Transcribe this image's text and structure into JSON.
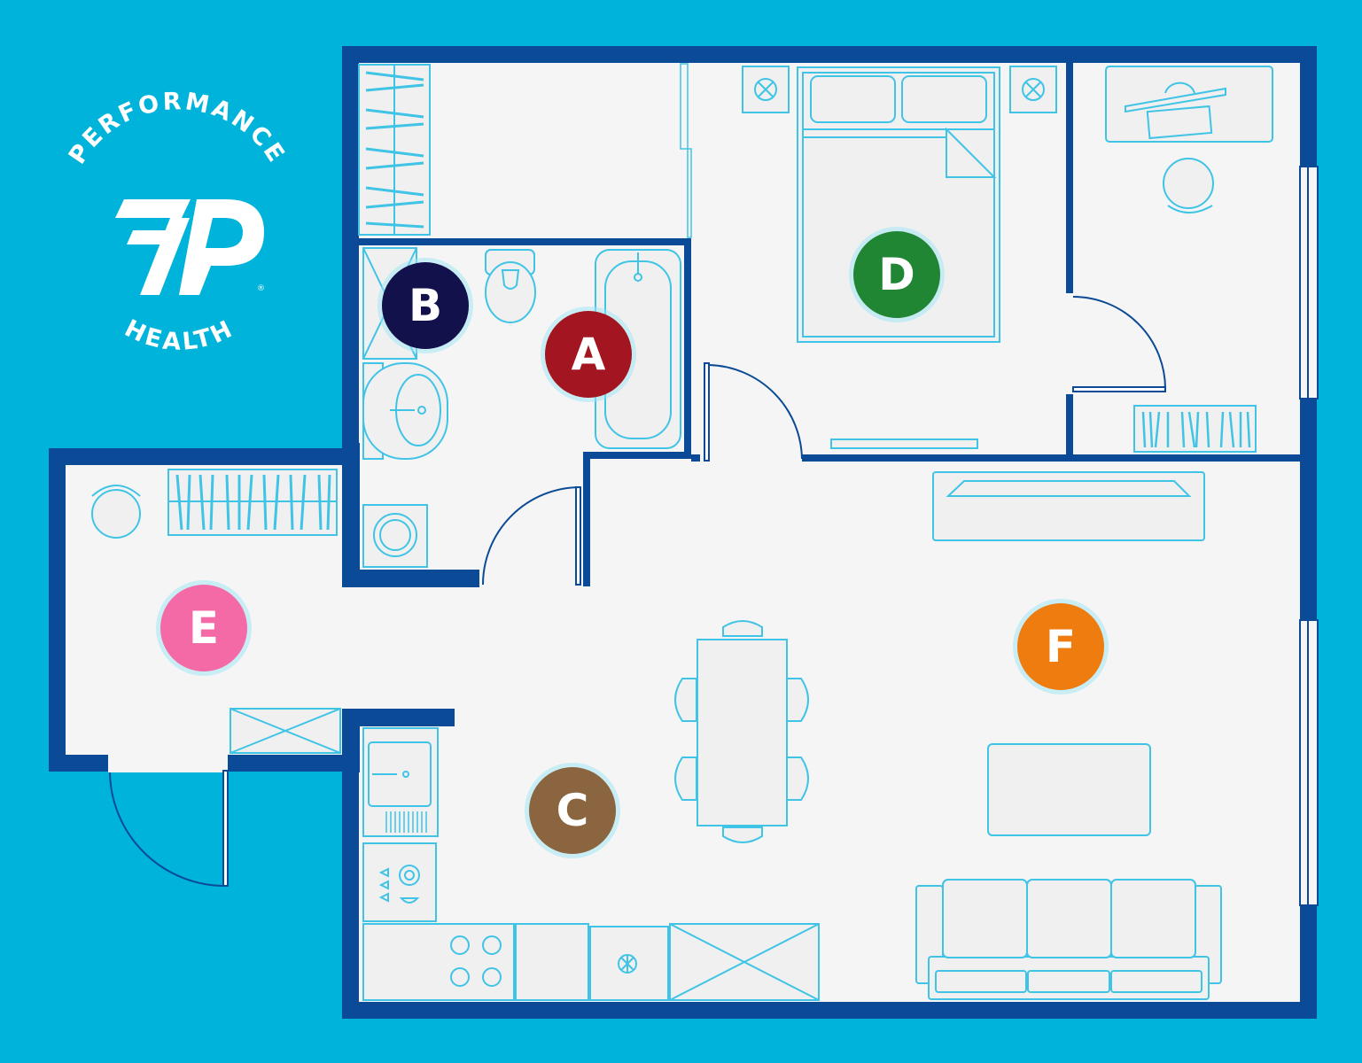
{
  "colors": {
    "background": "#00b3da",
    "wall": "#0b4a96",
    "floor": "#f5f5f5",
    "furniture_stroke": "#40c4e6"
  },
  "logo": {
    "arc_top": "PERFORMANCE",
    "arc_bottom": "HEALTH",
    "registered": "®"
  },
  "markers": [
    {
      "id": "A",
      "label": "A",
      "color": "#a31520"
    },
    {
      "id": "B",
      "label": "B",
      "color": "#12114b"
    },
    {
      "id": "C",
      "label": "C",
      "color": "#8b6540"
    },
    {
      "id": "D",
      "label": "D",
      "color": "#218634"
    },
    {
      "id": "E",
      "label": "E",
      "color": "#f36aa6"
    },
    {
      "id": "F",
      "label": "F",
      "color": "#ee7c0f"
    }
  ]
}
